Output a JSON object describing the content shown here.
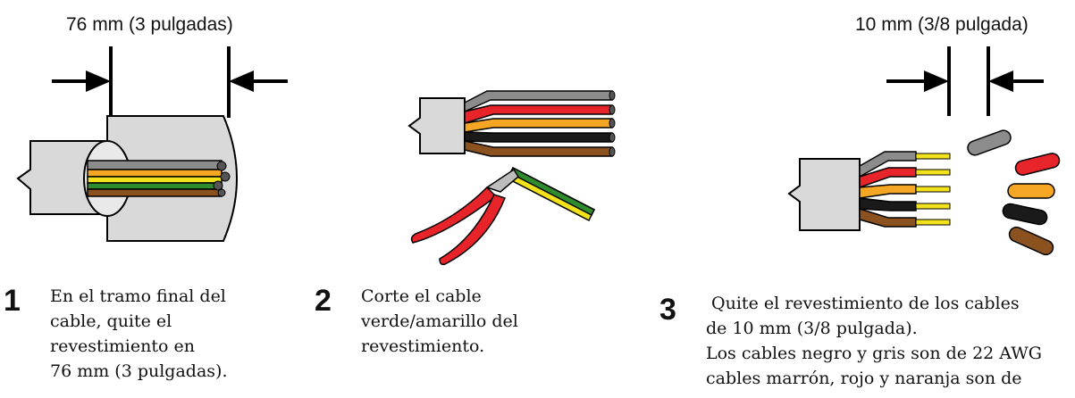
{
  "dimensions": {
    "jacket_strip": "76 mm (3 pulgadas)",
    "wire_strip": "10 mm (3/8 pulgada)"
  },
  "steps": [
    {
      "number": "1",
      "lines": [
        "En el tramo final del",
        "cable, quite el",
        "revestimiento en",
        "76 mm (3 pulgadas)."
      ]
    },
    {
      "number": "2",
      "lines": [
        "Corte el cable",
        "verde/amarillo del",
        "revestimiento."
      ]
    },
    {
      "number": "3",
      "lines": [
        " Quite el revestimiento de los cables",
        "de 10 mm (3/8 pulgada).",
        "Los cables negro y gris son de 22 AWG",
        "cables marrón, rojo y naranja son de"
      ]
    }
  ],
  "colors": {
    "jacket": "#d9d9d9",
    "grey_wire": "#8c8c8c",
    "red_wire": "#e8242b",
    "orange_wire": "#f5a623",
    "black_wire": "#1a1a1a",
    "brown_wire": "#8b5220",
    "green_wire": "#2e8b2e",
    "yellow_wire": "#f2e21b",
    "copper": "#f2e21b"
  }
}
